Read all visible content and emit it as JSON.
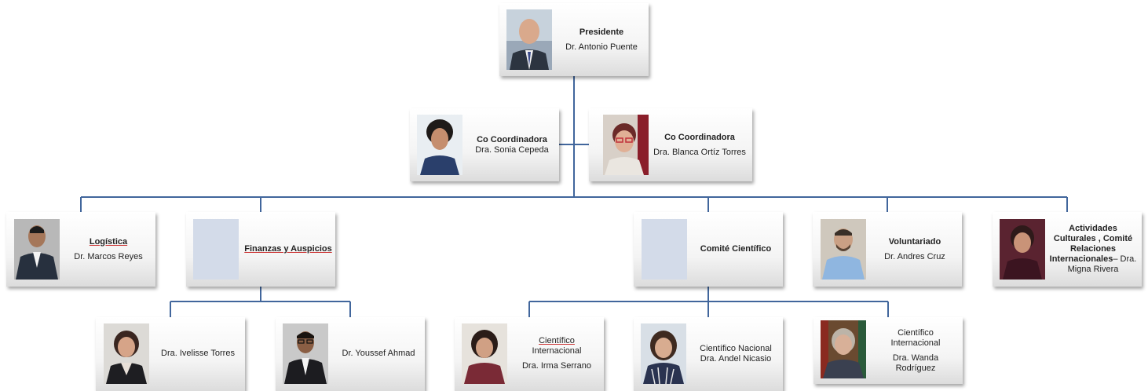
{
  "president": {
    "role": "Presidente",
    "name": "Dr. Antonio Puente"
  },
  "coordinators": [
    {
      "role": "Co Coordinadora",
      "name": "Dra. Sonia Cepeda"
    },
    {
      "role": "Co Coordinadora",
      "name": "Dra. Blanca Ortíz Torres"
    }
  ],
  "departments": {
    "logistica": {
      "role": "Logística",
      "name": "Dr. Marcos Reyes"
    },
    "finanzas": {
      "role": "Finanzas y Auspicios"
    },
    "comite": {
      "role": "Comité Científico"
    },
    "voluntariado": {
      "role": "Voluntariado",
      "name": "Dr. Andres Cruz"
    },
    "cultural": {
      "role_line1": "Actividades",
      "role_line2": "Culturales ,  Comité",
      "role_line3": "Relaciones",
      "role_line4": "Internacionales",
      "name_part1": "– Dra.",
      "name_part2": "Migna Rivera"
    }
  },
  "finanzas_members": [
    {
      "name": "Dra. Ivelisse Torres"
    },
    {
      "name": "Dr. Youssef Ahmad"
    }
  ],
  "comite_members": [
    {
      "title_line1": "Científico",
      "title_line2": "Internacional",
      "name": "Dra. Irma Serrano"
    },
    {
      "title": "Científico Nacional",
      "name": "Dra. Andel Nicasio"
    },
    {
      "title_line1": "Científico",
      "title_line2": "Internacional",
      "name_line1": "Dra. Wanda",
      "name_line2": "Rodríguez"
    }
  ],
  "colors": {
    "connector": "#41669c",
    "placeholder": "#d3dbe9"
  }
}
